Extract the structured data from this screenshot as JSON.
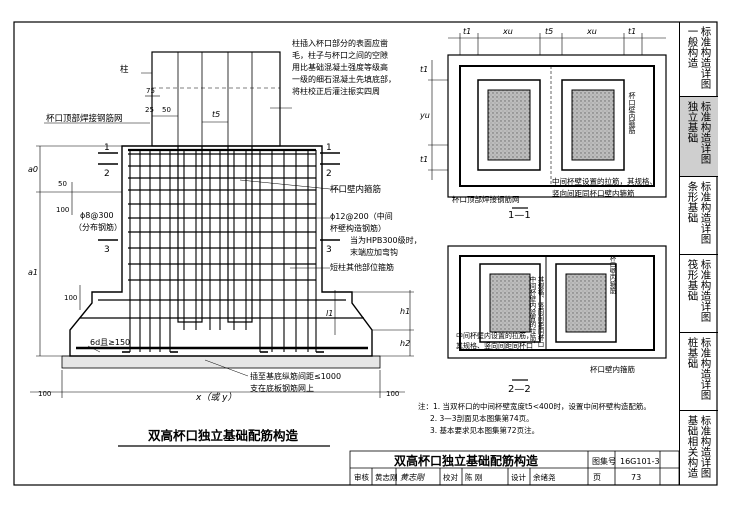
{
  "sheet": {
    "caption": "双高杯口独立基础配筋构造",
    "title": "双高杯口独立基础配筋构造",
    "atlas_label": "图集号",
    "atlas_no": "16G101-3",
    "page_label": "页",
    "page_no": "73",
    "review_label": "审核",
    "reviewer": "黄志刚",
    "check_label": "校对",
    "checker": "陈 刚",
    "design_label": "设计",
    "designer": "余绪尧"
  },
  "tabs": [
    {
      "col1": "标准构造详图",
      "col2": "一般构造",
      "active": false
    },
    {
      "col1": "标准构造详图",
      "col2": "独立基础",
      "active": true
    },
    {
      "col1": "标准构造详图",
      "col2": "条形基础",
      "active": false
    },
    {
      "col1": "标准构造详图",
      "col2": "筏形基础",
      "active": false
    },
    {
      "col1": "标准构造详图",
      "col2": "桩基础",
      "active": false
    },
    {
      "col1": "标准构造详图",
      "col2": "基础相关构造",
      "active": false
    }
  ],
  "main": {
    "note_top": [
      "柱插入杯口部分的表面应凿",
      "毛，柱子与杯口之间的空隙",
      "用比基础混凝土强度等级高",
      "一级的细石混凝土先填底部，",
      "将柱校正后灌注振实四周"
    ],
    "label_column": "柱",
    "label_cup_top_mesh": "杯口顶部焊接钢筋网",
    "label_cup_stirrup": "杯口壁内箍筋",
    "label_dist_bar": [
      "ϕ8@300",
      "（分布钢筋）"
    ],
    "label_bar_12": [
      "ϕ12@200（中间",
      "杯壁构造钢筋）",
      "当为HPB300级时，",
      "末端应加弯钩"
    ],
    "label_short_col": "短柱其他部位箍筋",
    "label_hook": "6d且≥150",
    "label_insert": [
      "插至基底纵筋间距≤1000",
      "支在底板钢筋网上"
    ],
    "label_x": "x（或 y）",
    "dims": {
      "d75": "75",
      "d25": "25",
      "d50": "50",
      "d100": "100",
      "t5": "t5",
      "a1": "a1",
      "a0": "a0",
      "h1": "h1",
      "h2": "h2",
      "l1": "l1"
    },
    "section_marks": {
      "one": "1",
      "two": "2",
      "three": "3"
    }
  },
  "section11": {
    "title": "1—1",
    "dims_top": [
      "t1",
      "xu",
      "t5",
      "xu",
      "t1"
    ],
    "dims_left": [
      "t1",
      "yu",
      "t1"
    ],
    "label_wall_stirrup": "杯口壁内箍筋",
    "label_mid_tie": [
      "中间杯壁设置的拉筋，其规格、",
      "竖向间距同杯口壁内箍筋"
    ],
    "label_top_mesh": "杯口顶部焊接钢筋网"
  },
  "section22": {
    "title": "2—2",
    "label_wall_stirrup": "杯口壁内箍筋",
    "label_vertical_left": [
      "中间杯壁内设置的拉筋，",
      "其规格、竖向间距同杯口"
    ],
    "label_vertical_right": "杯口壁内箍筋"
  },
  "notes": [
    "注：1. 当双杯口的中间杯壁宽度t5<400时，设置中间杯壁构造配筋。",
    "2. 3—3剖面见本图集第74页。",
    "3. 基本要求见本图集第72页注。"
  ]
}
